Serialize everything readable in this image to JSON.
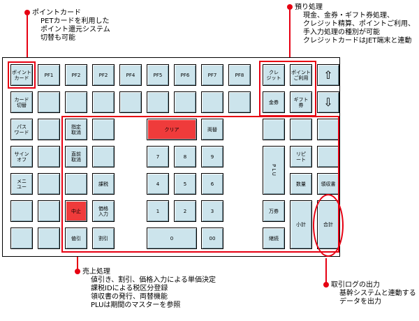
{
  "annotations": {
    "point_card": {
      "title": "ポイントカード",
      "lines": [
        "PETカードを利用した",
        "ポイント還元システム",
        "切替も可能"
      ]
    },
    "deposit": {
      "title": "預り処理",
      "lines": [
        "現金、金券・ギフト券処理、",
        "クレジット精算、ポイントご利用、",
        "手入力処理の種別が可能",
        "クレジットカードはJET端末と連動"
      ]
    },
    "sales": {
      "title": "売上処理",
      "lines": [
        "値引き、割引、価格入力による単価決定",
        "課税IDによる税区分登録",
        "領収書の発行、両替機能",
        "PLUは期間のマスターを参照"
      ]
    },
    "log": {
      "title": "取引ログの出力",
      "lines": [
        "基幹システムと連動する",
        "データを出力"
      ]
    }
  },
  "keys": {
    "point_card": "ポイント\nカード",
    "pf1": "PF1",
    "pf2": "PF2",
    "pf3": "PF2",
    "pf4": "PF4",
    "pf5": "PF5",
    "pf6": "PF6",
    "pf7": "PF7",
    "pf8": "PF8",
    "credit": "クレ\nジット",
    "point_use": "ポイント\nご利用",
    "up_arrow": "⇧",
    "card_switch": "カード\n切替",
    "voucher": "金券",
    "gift": "ギフト\n券",
    "down_arrow": "⇩",
    "password": "パス\nワード",
    "designate_cancel": "指定\n取消",
    "clear": "クリア",
    "exchange": "両替",
    "sign_off": "サイン\nオフ",
    "prev_cancel": "直前\n取消",
    "k7": "7",
    "k8": "8",
    "k9": "9",
    "plu": "PLU",
    "repeat": "リピ\nート",
    "menu": "メニ\nユー",
    "tax_exempt": "課税",
    "k4": "4",
    "k5": "5",
    "k6": "6",
    "quantity": "数量",
    "receipt": "領収書",
    "stop": "中止",
    "price_input": "価格\n入力",
    "k1": "1",
    "k2": "2",
    "k3": "3",
    "ten_thousand": "万券",
    "subtotal": "小計",
    "total": "合計",
    "discount_amount": "値引",
    "discount_rate": "割引",
    "k0": "0",
    "k00": "00",
    "continue": "継続"
  },
  "colors": {
    "accent": "#e60012",
    "key_face": "#cce4ec",
    "key_active": "#ef3b3b"
  }
}
